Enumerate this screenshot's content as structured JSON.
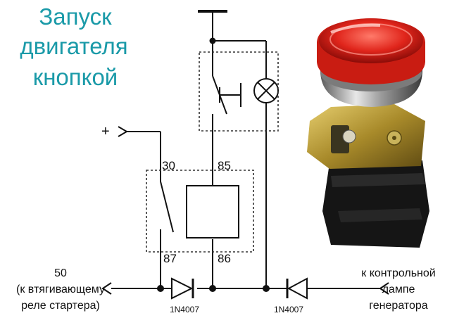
{
  "title": {
    "line1": "Запуск",
    "line2": "двигателя",
    "line3": "кнопкой"
  },
  "terminals": {
    "t30": "30",
    "t85": "85",
    "t87": "87",
    "t86": "86"
  },
  "inputs": {
    "plus": "+"
  },
  "left_output": {
    "line1": "50",
    "line2": "(к втягивающему",
    "line3": "реле стартера)"
  },
  "right_input": {
    "line1": "к контрольной",
    "line2": "лампе",
    "line3": "генератора"
  },
  "diodes": {
    "left": "1N4007",
    "right": "1N4007"
  },
  "colors": {
    "title": "#1a9aa8",
    "wire": "#111111",
    "dashed_box": "#333333"
  },
  "photo": {
    "subject": "red illuminated push button"
  }
}
